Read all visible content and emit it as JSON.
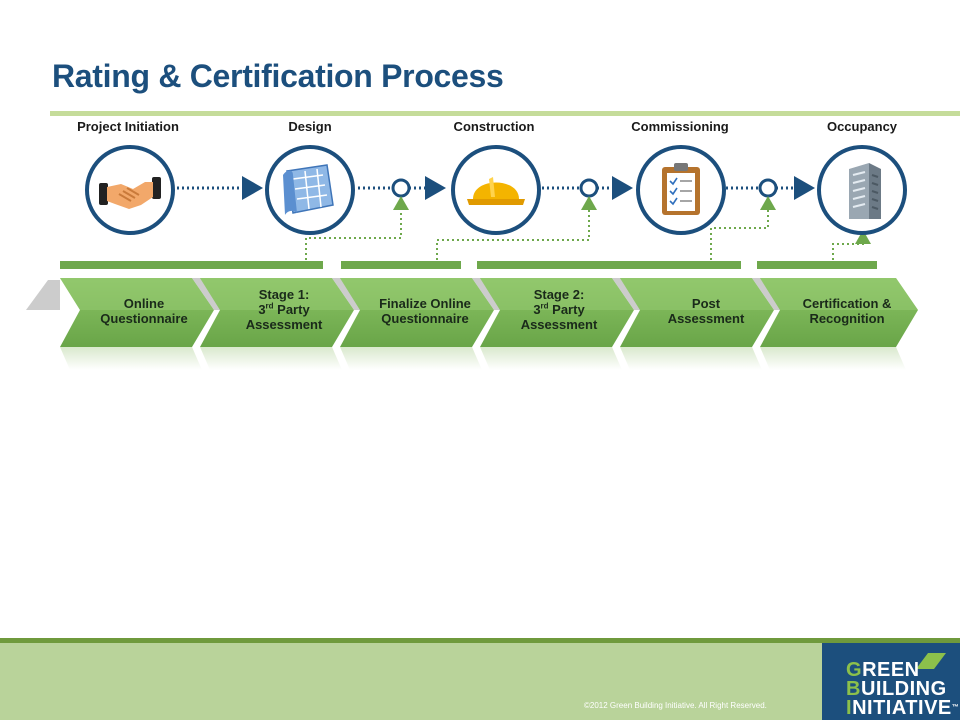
{
  "title": "Rating & Certification Process",
  "phases": [
    {
      "label": "Project Initiation",
      "icon": "handshake-icon"
    },
    {
      "label": "Design",
      "icon": "blueprint-icon"
    },
    {
      "label": "Construction",
      "icon": "hard-hat-icon"
    },
    {
      "label": "Commissioning",
      "icon": "clipboard-checklist-icon"
    },
    {
      "label": "Occupancy",
      "icon": "office-building-icon"
    }
  ],
  "stages": [
    {
      "line1": "Online",
      "line2": "Questionnaire"
    },
    {
      "line1": "Stage 1:",
      "ord": "3",
      "sup": "rd",
      "ord_rest": " Party",
      "line3": "Assessment"
    },
    {
      "line1": "Finalize Online",
      "line2": "Questionnaire"
    },
    {
      "line1": "Stage 2:",
      "ord": "3",
      "sup": "rd",
      "ord_rest": " Party",
      "line3": "Assessment"
    },
    {
      "line1": "Post",
      "line2": "Assessment"
    },
    {
      "line1": "Certification &",
      "line2": "Recognition"
    }
  ],
  "footer": {
    "copyright": "©2012 Green Building Initiative. All Right Reserved.",
    "logo": {
      "line1_initial": "G",
      "line1_rest": "REEN",
      "line2_initial": "B",
      "line2_rest": "UILDING",
      "line3_initial": "I",
      "line3_rest": "NITIATIVE",
      "trademark": "™"
    }
  },
  "colors": {
    "title": "#1c4f7d",
    "circle_border": "#1c4f7d",
    "chevron_green": "#7cb85a",
    "chevron_dark": "#5e9a3e",
    "chevron_gray": "#cccccc",
    "connector_green": "#6ea84c",
    "footer_green": "#b9d39a"
  }
}
